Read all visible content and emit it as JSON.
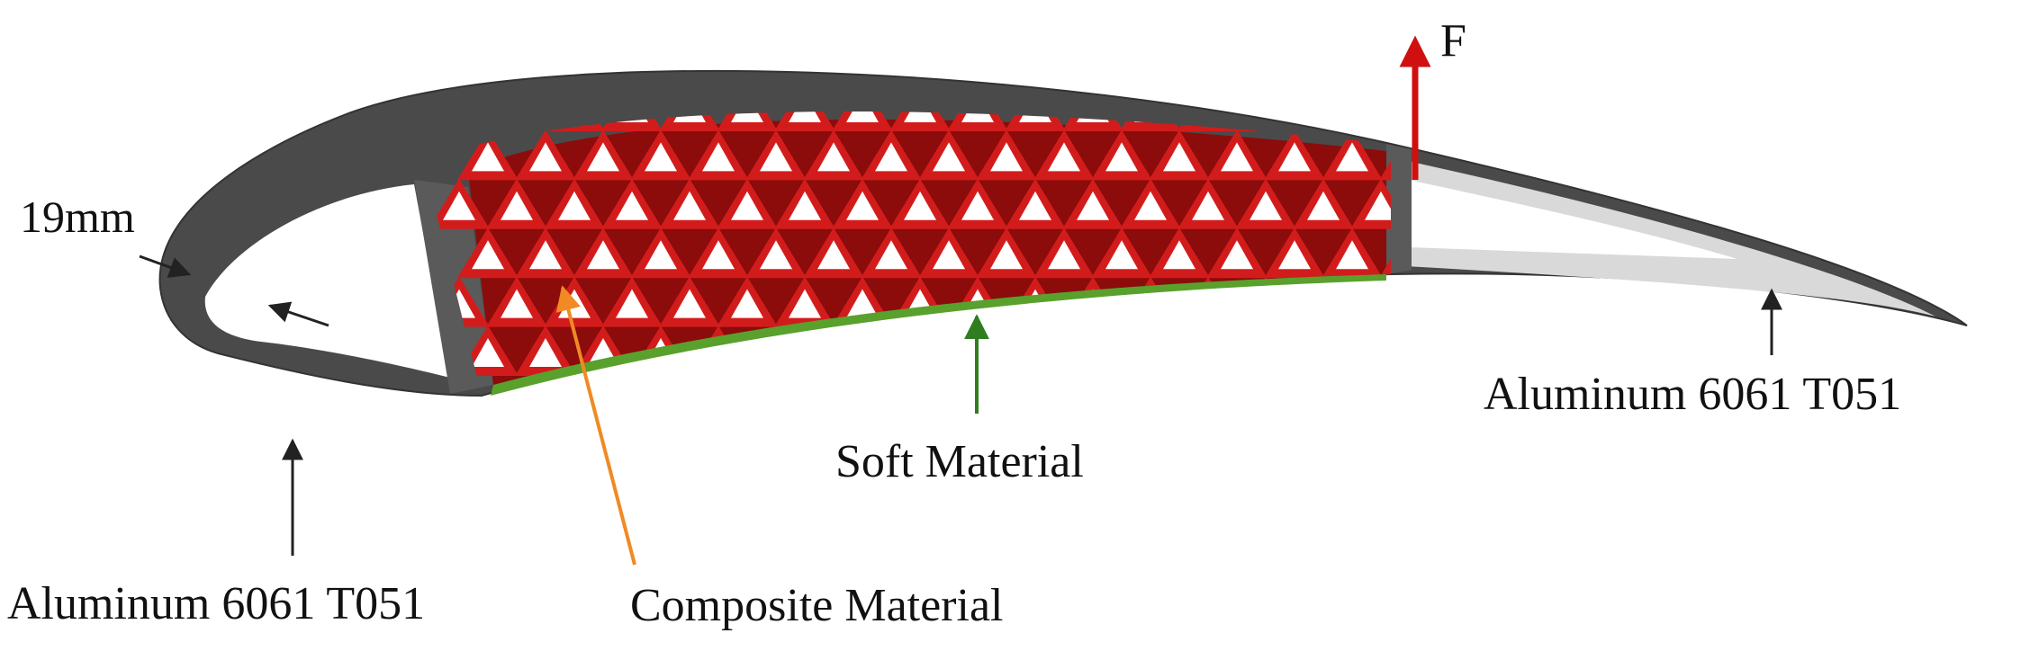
{
  "labels": {
    "thickness": "19mm",
    "force": "F",
    "aluminum_front": "Aluminum 6061 T051",
    "aluminum_rear": "Aluminum 6061 T051",
    "soft": "Soft Material",
    "composite": "Composite Material"
  },
  "colors": {
    "skin": "#4a4a4a",
    "rear_fill": "#d9d9d9",
    "composite_light": "#d21c1c",
    "composite_dark": "#8c0b0b",
    "soft_material": "#5aa02c",
    "force_arrow": "#d01010",
    "composite_leader": "#f08a24",
    "soft_leader": "#2f7d1f",
    "leader": "#222222"
  }
}
